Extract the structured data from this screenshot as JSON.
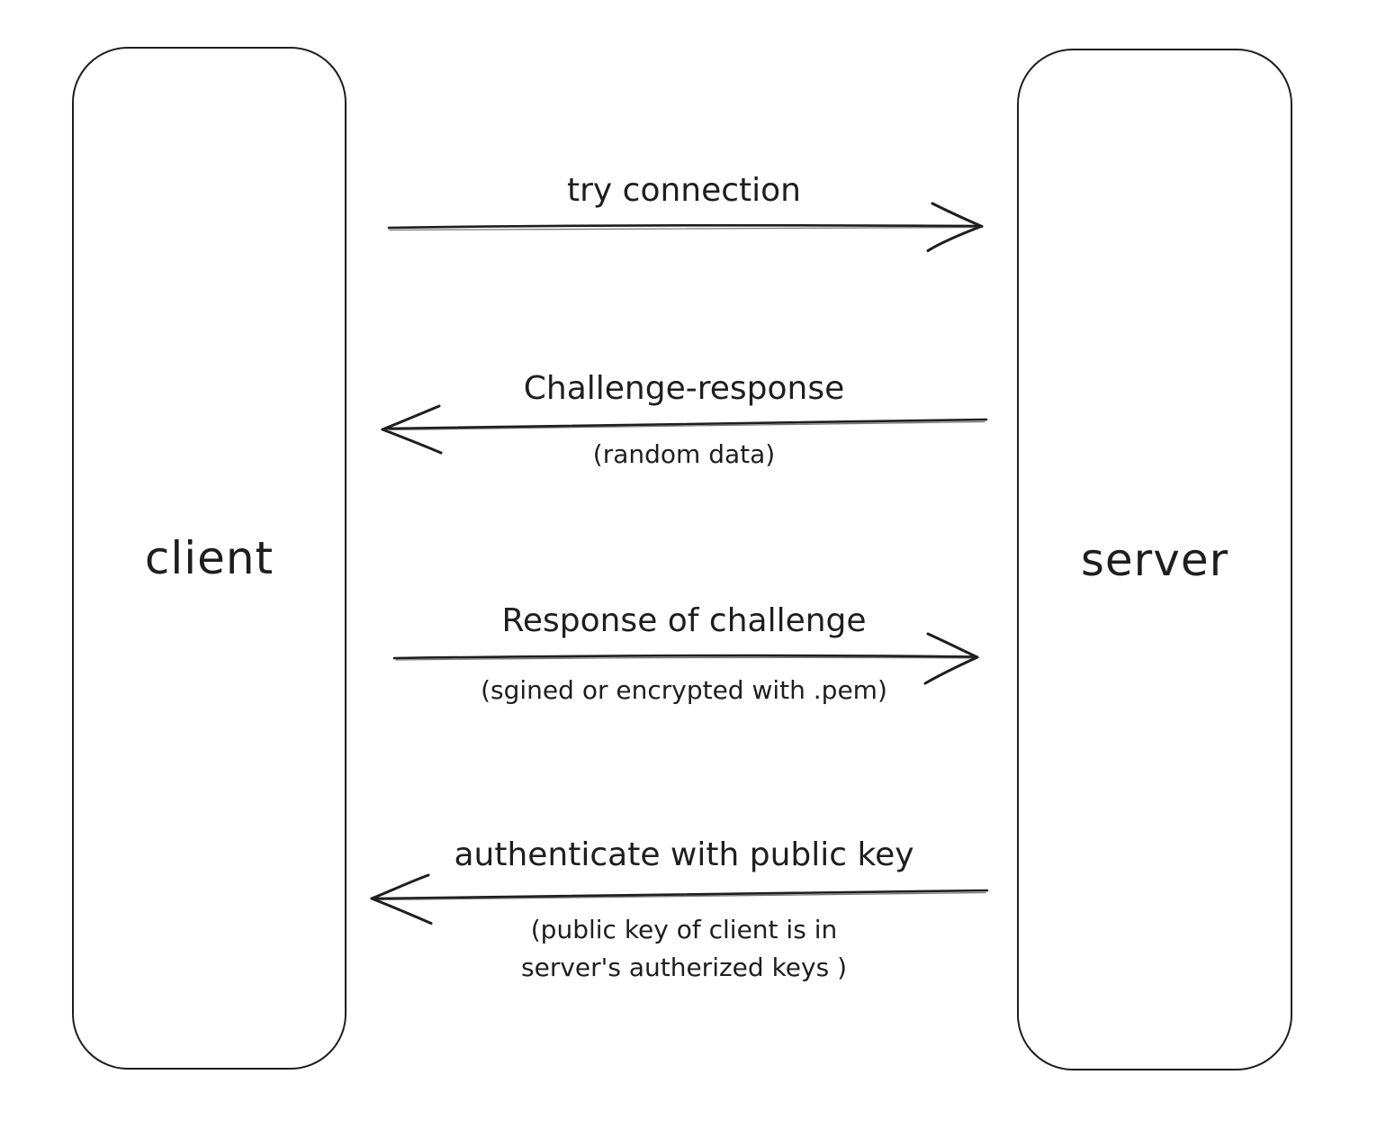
{
  "canvas": {
    "background": "#ffffff",
    "ink_color": "#1e1e1e"
  },
  "actors": {
    "client": {
      "label": "client"
    },
    "server": {
      "label": "server"
    }
  },
  "messages": [
    {
      "label": "try connection",
      "direction": "right",
      "from": "client",
      "to": "server",
      "sublabel": []
    },
    {
      "label": "Challenge-response",
      "direction": "left",
      "from": "server",
      "to": "client",
      "sublabel": [
        "(random data)"
      ]
    },
    {
      "label": "Response of challenge",
      "direction": "right",
      "from": "client",
      "to": "server",
      "sublabel": [
        "(sgined or encrypted with .pem)"
      ]
    },
    {
      "label": "authenticate with public key",
      "direction": "left",
      "from": "server",
      "to": "client",
      "sublabel": [
        "(public key of client is in",
        "server's autherized keys )"
      ]
    }
  ]
}
